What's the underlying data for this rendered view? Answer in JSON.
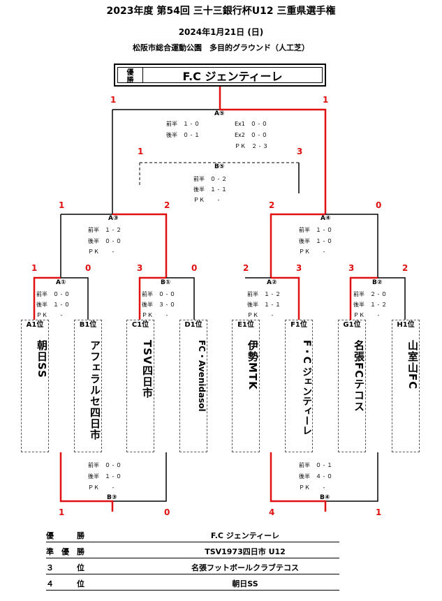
{
  "header": {
    "title": "2023年度 第54回 三十三銀行杯U12 三重県選手権",
    "date": "2024年1月21日 (日)",
    "venue": "松阪市総合運動公園　多目的グラウンド（人工芝）"
  },
  "champion_box": {
    "tag_line1": "優",
    "tag_line2": "勝",
    "name": "F.C ジェンティーレ"
  },
  "teams": [
    {
      "slot": "A1位",
      "name": "朝日SS"
    },
    {
      "slot": "B1位",
      "name": "アフェラルセ四日市"
    },
    {
      "slot": "C1位",
      "name": "TSV四日市"
    },
    {
      "slot": "D1位",
      "name": "FC・Avenidasol"
    },
    {
      "slot": "E1位",
      "name": "伊勢MTK"
    },
    {
      "slot": "F1位",
      "name": "F・C ジェンティーレ"
    },
    {
      "slot": "G1位",
      "name": "名張FCテコス"
    },
    {
      "slot": "H1位",
      "name": "山室山FC"
    }
  ],
  "matches": {
    "A1": {
      "label": "A①",
      "rows": [
        "前半　０ - ０",
        "後半　１ - ０",
        "ＰＫ　　 -"
      ],
      "left": "1",
      "right": "0"
    },
    "B1": {
      "label": "B①",
      "rows": [
        "前半　０ - ０",
        "後半　３ - ０",
        "ＰＫ　　 -"
      ],
      "left": "3",
      "right": "0"
    },
    "A2": {
      "label": "A②",
      "rows": [
        "前半　１ - ２",
        "後半　１ - １",
        "ＰＫ　　 -"
      ],
      "left": "2",
      "right": "3"
    },
    "B2": {
      "label": "B②",
      "rows": [
        "前半　２ - ０",
        "後半　１ - ２",
        "ＰＫ　　 -"
      ],
      "left": "3",
      "right": "2"
    },
    "A3": {
      "label": "A③",
      "rows": [
        "前半　１ - ２",
        "後半　０ - ０",
        "ＰＫ　　 -"
      ],
      "left": "1",
      "right": "2"
    },
    "A4": {
      "label": "A④",
      "rows": [
        "前半　１ - ０",
        "後半　１ - ０",
        "ＰＫ　　 -"
      ],
      "left": "2",
      "right": "0"
    },
    "A5": {
      "label": "A⑤",
      "rows_left": [
        "前半　１ - ０",
        "後半　０ - １"
      ],
      "rows_right": [
        "Ex1　０ - ０",
        "Ex2　０ - ０",
        "ＰＫ　２ - ３"
      ],
      "left": "1",
      "right": "1"
    },
    "B5": {
      "label": "B⑤",
      "rows": [
        "前半　０ - ２",
        "後半　１ - １",
        "ＰＫ　　 -"
      ],
      "left": "1",
      "right": "3"
    },
    "B3": {
      "label": "B③",
      "rows": [
        "前半　０ - ０",
        "後半　１ - ０",
        "ＰＫ　　 -"
      ],
      "left": "1",
      "right": "0"
    },
    "B4": {
      "label": "B④",
      "rows": [
        "前半　０ - １",
        "後半　４ - ０",
        "ＰＫ　　 -"
      ],
      "left": "4",
      "right": "1"
    }
  },
  "results": [
    {
      "rank": "優　　　勝",
      "team": "F.C ジェンティーレ"
    },
    {
      "rank": "準　優　勝",
      "team": "TSV1973四日市 U12"
    },
    {
      "rank": "３　　　位",
      "team": "名張フットボールクラブテコス"
    },
    {
      "rank": "４　　　位",
      "team": "朝日SS"
    }
  ],
  "colors": {
    "winner_line": "#e01010",
    "loser_line": "#000000",
    "dash": "#555555"
  }
}
